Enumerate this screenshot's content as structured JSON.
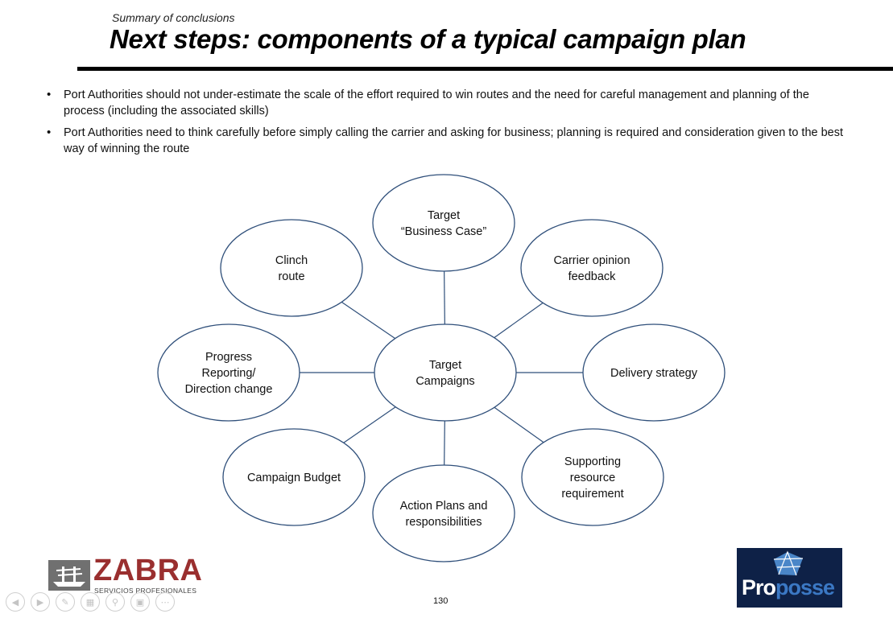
{
  "header": {
    "kicker": "Summary of conclusions",
    "title": "Next steps: components of a typical campaign plan"
  },
  "bullets": [
    "Port Authorities should not under-estimate the scale of the effort required to win routes and the need for careful management and planning of the process (including the associated skills)",
    "Port Authorities need to think carefully before simply calling the carrier and asking for business; planning is required and consideration given to the best way of winning the route"
  ],
  "diagram": {
    "center": [
      "Target",
      "Campaigns"
    ],
    "nodes": [
      {
        "id": "business-case",
        "lines": [
          "Target",
          "“Business Case”"
        ]
      },
      {
        "id": "carrier-feedback",
        "lines": [
          "Carrier opinion",
          "feedback"
        ]
      },
      {
        "id": "delivery-strategy",
        "lines": [
          "Delivery strategy"
        ]
      },
      {
        "id": "supporting-resource",
        "lines": [
          "Supporting",
          "resource",
          "requirement"
        ]
      },
      {
        "id": "action-plans",
        "lines": [
          "Action Plans and",
          "responsibilities"
        ]
      },
      {
        "id": "campaign-budget",
        "lines": [
          "Campaign Budget"
        ]
      },
      {
        "id": "progress-reporting",
        "lines": [
          "Progress",
          "Reporting/",
          "Direction change"
        ]
      },
      {
        "id": "clinch-route",
        "lines": [
          "Clinch",
          "route"
        ]
      }
    ],
    "colors": {
      "ellipse_stroke": "#2f4f7a",
      "line": "#2f4f7a"
    }
  },
  "logos": {
    "zabra": {
      "name": "ZABRA",
      "tagline": "SERVICIOS PROFESIONALES",
      "color": "#9a2f2f"
    },
    "proposse": {
      "name_part1": "Pro",
      "name_part2": "posse",
      "background": "#0e2147"
    }
  },
  "page_number": "130",
  "nav_icons": [
    "back-icon",
    "forward-icon",
    "pen-icon",
    "slides-icon",
    "zoom-icon",
    "screen-icon",
    "more-icon"
  ]
}
